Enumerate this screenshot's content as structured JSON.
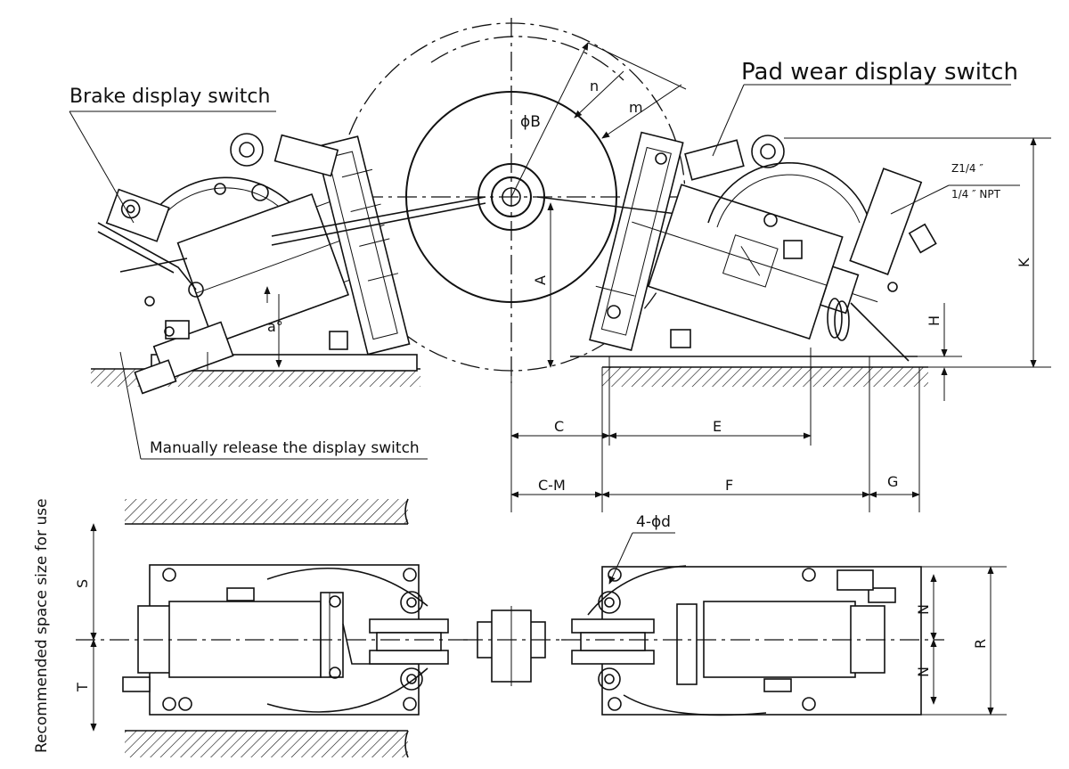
{
  "labels": {
    "brake_display_switch": "Brake display switch",
    "pad_wear_display_switch": "Pad wear display switch",
    "manual_release": "Manually release the display switch",
    "recommended_space": "Recommended space size for use",
    "thread_top": "Z1/4 ″",
    "thread_bottom": "1/4 ″ NPT",
    "holes": "4-ϕd"
  },
  "dimensions": {
    "phiB": "ϕB",
    "n": "n",
    "m": "m",
    "a": "a°",
    "A": "A",
    "K": "K",
    "H": "H",
    "C": "C",
    "E": "E",
    "CM": "C-M",
    "F": "F",
    "G": "G",
    "S": "S",
    "T": "T",
    "N1": "N",
    "N2": "N",
    "R": "R"
  }
}
